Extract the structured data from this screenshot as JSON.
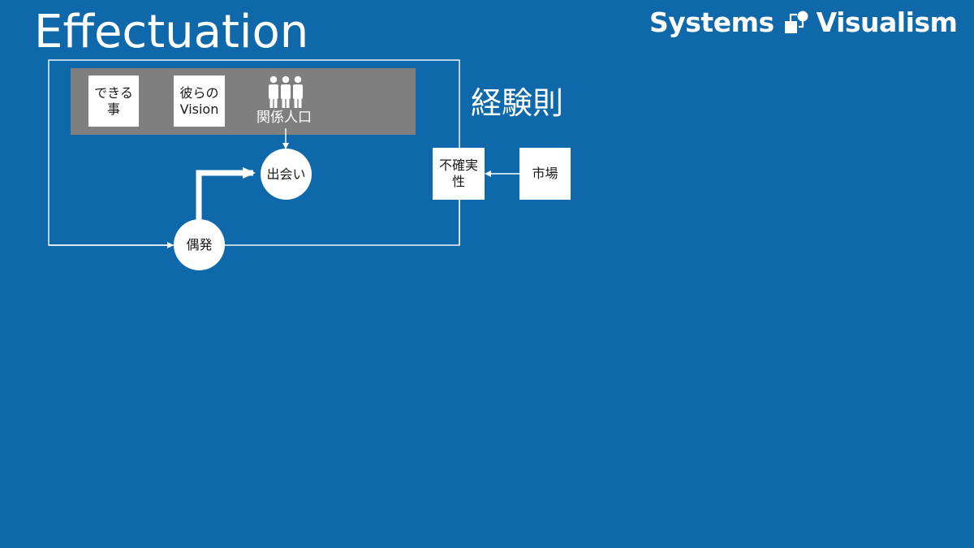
{
  "slide": {
    "title": "Effectuation",
    "brand_left": "Systems",
    "brand_right": "Visualism",
    "brand_icon": "systems-visualism-logo-icon",
    "rule_label": "経験則"
  },
  "diagram": {
    "panel_color": "#7f7f7f",
    "background_color": "#0e68a9",
    "nodes": {
      "can_do_line1": "できる",
      "can_do_line2": "事",
      "vision_line1": "彼らの",
      "vision_line2": "Vision",
      "people_icon": "people-group-icon",
      "people_label": "関係人口",
      "encounter": "出会い",
      "contingency": "偶発",
      "uncertainty_line1": "不確実",
      "uncertainty_line2": "性",
      "market": "市場"
    }
  }
}
